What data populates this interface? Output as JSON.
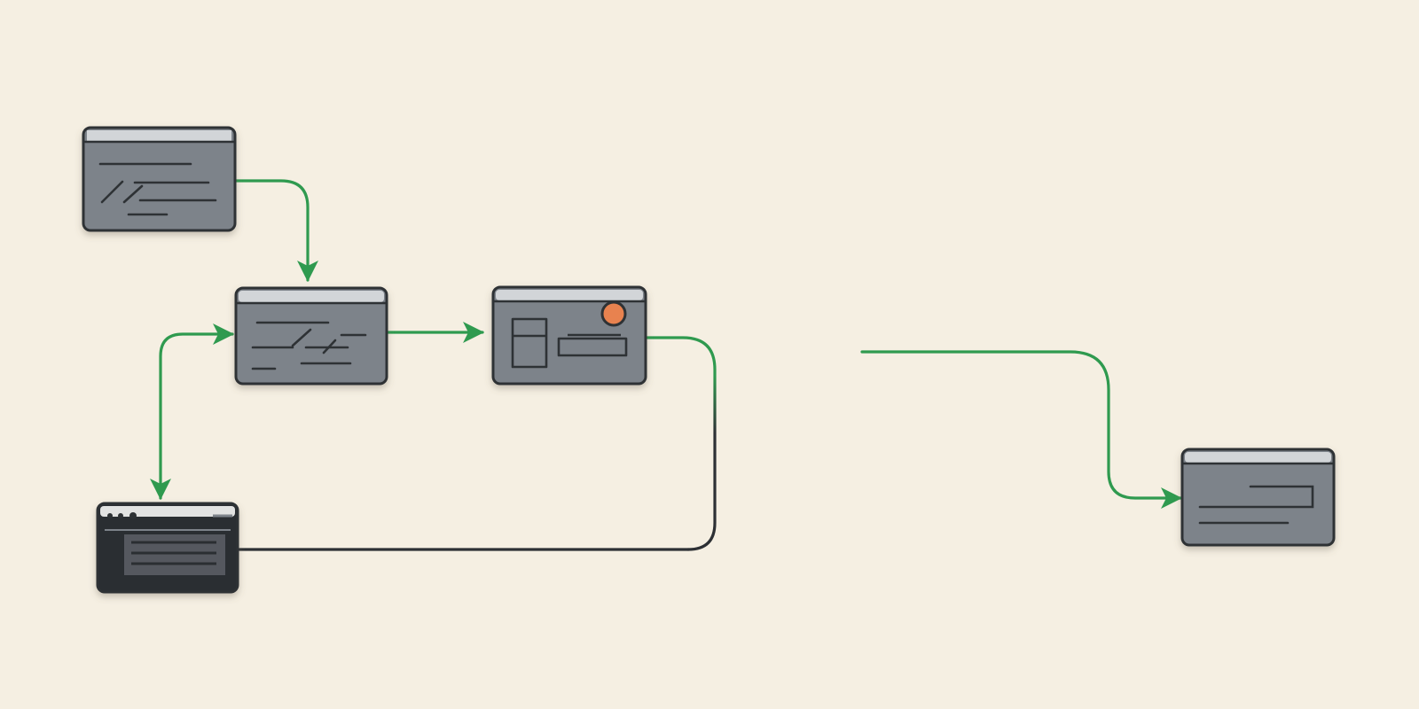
{
  "colors": {
    "background": "#f5efe2",
    "card_fill": "#7d838a",
    "card_header": "#d2d5d8",
    "card_dark_fill": "#2c2f33",
    "stroke": "#2d3034",
    "flow_green": "#2f9a4f",
    "flow_dark": "#2d3034",
    "status_dot": "#e8824f"
  },
  "nodes": [
    {
      "id": "window-top-left",
      "style": "gray",
      "icon": "text-lines-window-icon"
    },
    {
      "id": "window-center",
      "style": "gray",
      "icon": "text-lines-window-icon"
    },
    {
      "id": "window-panel",
      "style": "gray",
      "icon": "panel-window-icon",
      "badge": "orange-status-dot"
    },
    {
      "id": "terminal-window",
      "style": "dark",
      "icon": "terminal-window-icon"
    },
    {
      "id": "window-right",
      "style": "gray",
      "icon": "text-lines-window-icon"
    }
  ],
  "edges": [
    {
      "from": "window-top-left",
      "to": "window-center",
      "color": "green",
      "arrow": "end"
    },
    {
      "from": "window-center",
      "to": "window-panel",
      "color": "green",
      "arrow": "end"
    },
    {
      "from": "terminal-window",
      "to": "window-center",
      "color": "green",
      "arrow": "both"
    },
    {
      "from": "window-panel",
      "to": "terminal-window",
      "color": "green-to-dark",
      "arrow": "none"
    },
    {
      "from": "",
      "to": "window-right",
      "color": "green",
      "arrow": "end"
    }
  ]
}
